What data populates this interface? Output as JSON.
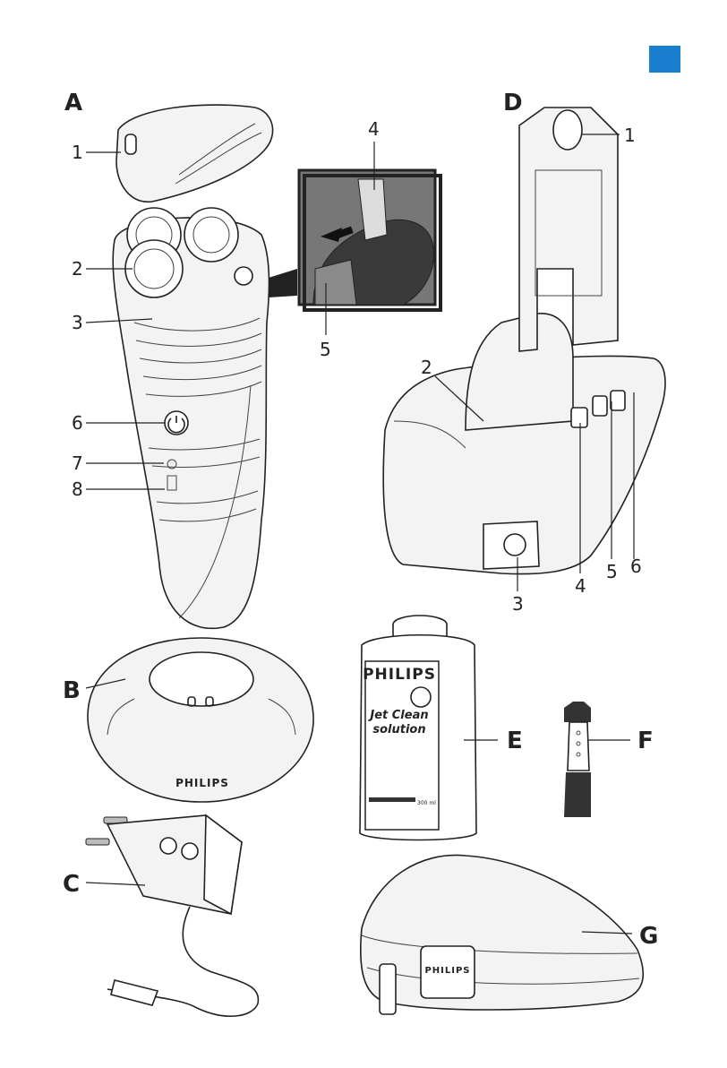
{
  "page": {
    "language_tab_color": "#1a7fd0"
  },
  "sections": {
    "A": {
      "letter": "A",
      "callouts": [
        "1",
        "2",
        "3",
        "4",
        "5",
        "6",
        "7",
        "8"
      ]
    },
    "B": {
      "letter": "B"
    },
    "C": {
      "letter": "C"
    },
    "D": {
      "letter": "D",
      "callouts": [
        "1",
        "2",
        "3",
        "4",
        "5",
        "6"
      ]
    },
    "E": {
      "letter": "E",
      "brand": "PHILIPS",
      "product_line1": "Jet Clean",
      "product_line2": "solution",
      "volume": "300 ml"
    },
    "F": {
      "letter": "F"
    },
    "G": {
      "letter": "G",
      "brand": "PHILIPS"
    }
  },
  "brand": "PHILIPS",
  "icons": [
    "power-icon",
    "shaving-head-icon",
    "battery-charge-icon",
    "arrow-icon"
  ]
}
